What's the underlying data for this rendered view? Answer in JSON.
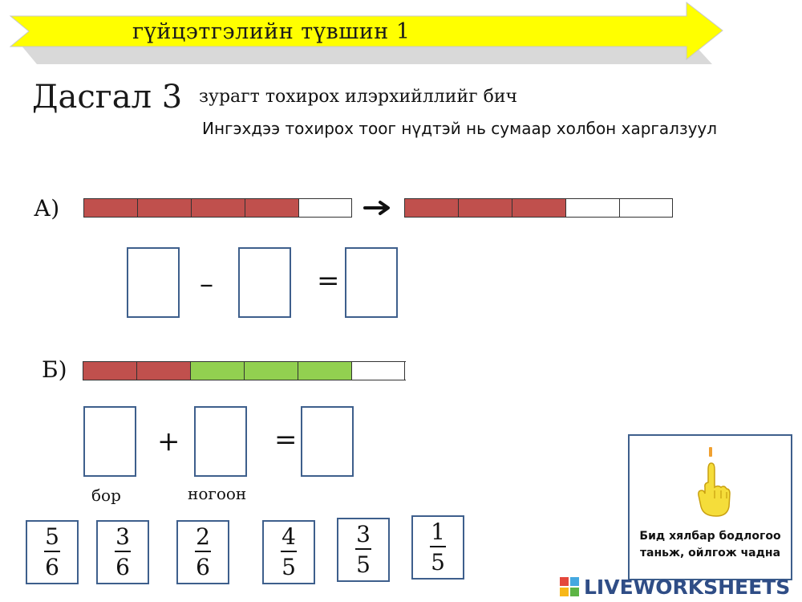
{
  "banner": {
    "text": "гүйцэтгэлийн түвшин 1",
    "color": "#ffff00"
  },
  "exercise": {
    "title": "Дасгал 3",
    "instruction_1": "зурагт тохирох илэрхийллийг бич",
    "instruction_2": "Ингэхдээ тохирох тоог нүдтэй нь сумаар холбон харгалзуул"
  },
  "part_a": {
    "label": "А)",
    "strip_1": [
      "red",
      "red",
      "red",
      "red",
      "white"
    ],
    "strip_2": [
      "red",
      "red",
      "red",
      "white",
      "white"
    ],
    "arrow_icon": "arrow-right-icon",
    "operator": "–",
    "equals": "="
  },
  "part_b": {
    "label": "Б)",
    "strip": [
      "red",
      "red",
      "green",
      "green",
      "green",
      "white"
    ],
    "operator": "+",
    "equals": "=",
    "label_red": "бор",
    "label_green": "ногоон"
  },
  "fractions": [
    {
      "num": "5",
      "den": "6"
    },
    {
      "num": "3",
      "den": "6"
    },
    {
      "num": "2",
      "den": "6"
    },
    {
      "num": "4",
      "den": "5"
    },
    {
      "num": "3",
      "den": "5"
    },
    {
      "num": "1",
      "den": "5"
    }
  ],
  "hint": {
    "icon": "pointing-hand-icon",
    "line_1": "Бид хялбар бодлогоо",
    "line_2": "таньж, ойлгож чадна"
  },
  "brand": {
    "name": "LIVEWORKSHEETS"
  },
  "colors": {
    "red": "#c0504d",
    "green": "#92d050",
    "box_border": "#3e5f8c",
    "brand": "#2f4d86"
  }
}
